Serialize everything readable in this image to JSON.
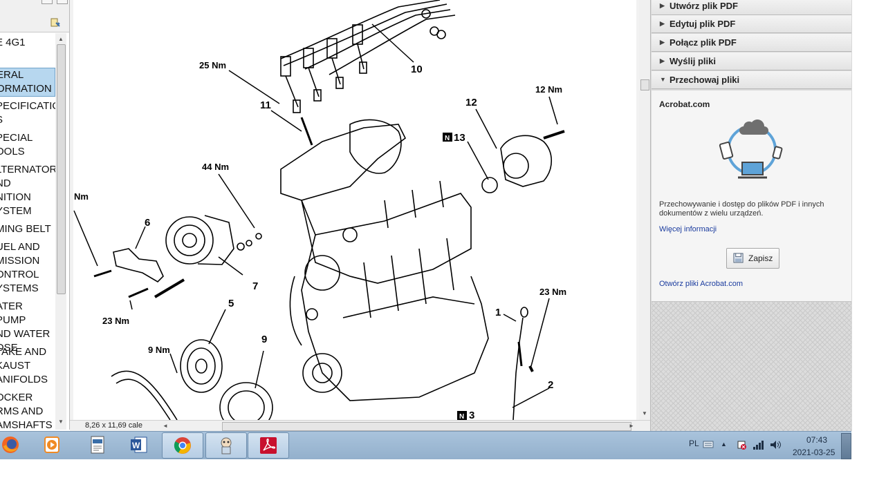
{
  "bookmarks": {
    "items": [
      {
        "label": "E 4G1",
        "selected": false
      },
      {
        "label": "ERAL\nORMATION",
        "selected": true
      },
      {
        "label": "PECIFICATIO\nS",
        "selected": false
      },
      {
        "label": "PECIAL\nOOLS",
        "selected": false
      },
      {
        "label": "LTERNATOR\nND\nNITION\nYSTEM",
        "selected": false
      },
      {
        "label": "MING BELT",
        "selected": false
      },
      {
        "label": "UEL AND\nMISSION\nONTROL\nYSTEMS",
        "selected": false
      },
      {
        "label": "ATER PUMP\nND WATER\nOSE",
        "selected": false
      },
      {
        "label": "TAKE AND\nKAUST\nANIFOLDS",
        "selected": false
      },
      {
        "label": "OCKER\nRMS AND\nAMSHAFTS",
        "selected": false
      }
    ],
    "options_icon": "bookmark-options-icon"
  },
  "document": {
    "page_size": "8,26 x 11,69 cale",
    "diagram_labels": {
      "l25nm": "25 Nm",
      "n11": "11",
      "n10": "10",
      "l12nm": "12 Nm",
      "n12": "12",
      "n13": "13",
      "n13_badge": "N",
      "l44nm": "44 Nm",
      "lnm_left": "Nm",
      "n6": "6",
      "n7": "7",
      "l23nm_left": "23 Nm",
      "n5": "5",
      "l9nm": "9 Nm",
      "n9": "9",
      "n1": "1",
      "l23nm_right": "23 Nm",
      "n2": "2",
      "n3": "3",
      "n3_badge": "N"
    }
  },
  "tools": {
    "sections": [
      {
        "label": "Utwórz plik PDF",
        "expanded": false
      },
      {
        "label": "Edytuj plik PDF",
        "expanded": false
      },
      {
        "label": "Połącz plik PDF",
        "expanded": false
      },
      {
        "label": "Wyślij pliki",
        "expanded": false
      },
      {
        "label": "Przechowaj pliki",
        "expanded": true
      }
    ],
    "store": {
      "title": "Acrobat.com",
      "description": "Przechowywanie i dostęp do plików PDF i innych dokumentów z wielu urządzeń.",
      "more_info": "Więcej informacji",
      "save_label": "Zapisz",
      "open_link": "Otwórz pliki Acrobat.com"
    },
    "colors": {
      "link": "#1a3b9e",
      "panel": "#f5f5f5"
    }
  },
  "taskbar": {
    "apps": [
      {
        "name": "firefox",
        "icon": "firefox-icon",
        "active": false
      },
      {
        "name": "media-player",
        "icon": "media-player-icon",
        "active": false
      },
      {
        "name": "notepad",
        "icon": "document-icon",
        "active": false
      },
      {
        "name": "word",
        "icon": "word-icon",
        "active": false
      },
      {
        "name": "chrome",
        "icon": "chrome-icon",
        "active": true
      },
      {
        "name": "kid-app",
        "icon": "character-icon",
        "active": true
      },
      {
        "name": "acrobat",
        "icon": "acrobat-icon",
        "active": true
      }
    ],
    "tray": {
      "language": "PL",
      "time": "07:43",
      "date": "2021-03-25"
    }
  }
}
